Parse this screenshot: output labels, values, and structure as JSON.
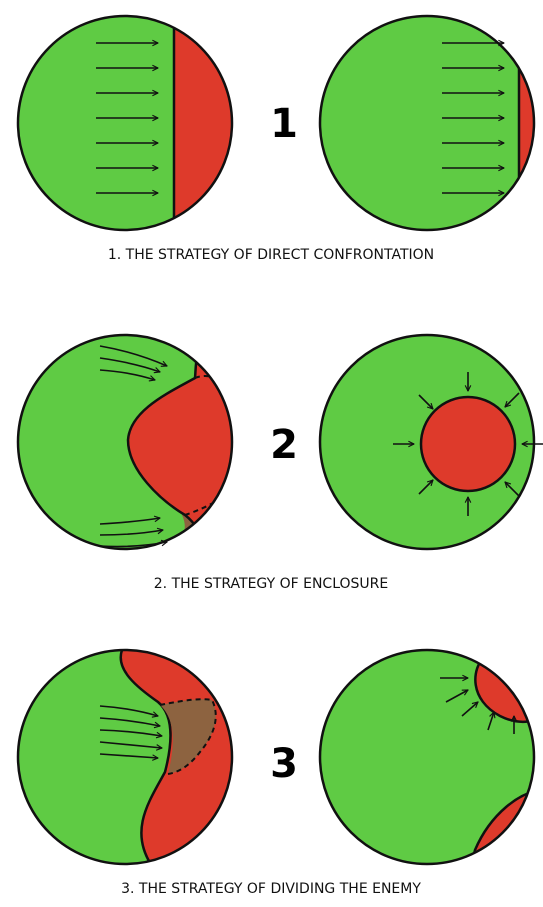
{
  "colors": {
    "friendly": "#5fcb44",
    "enemy": "#de3a2b",
    "contested": "#8d6340",
    "outline": "#111111"
  },
  "panels": [
    {
      "number": "1",
      "caption": "1. THE STRATEGY OF DIRECT CONFRONTATION"
    },
    {
      "number": "2",
      "caption": "2. THE STRATEGY OF ENCLOSURE"
    },
    {
      "number": "3",
      "caption": "3. THE STRATEGY OF DIVIDING THE ENEMY"
    }
  ]
}
